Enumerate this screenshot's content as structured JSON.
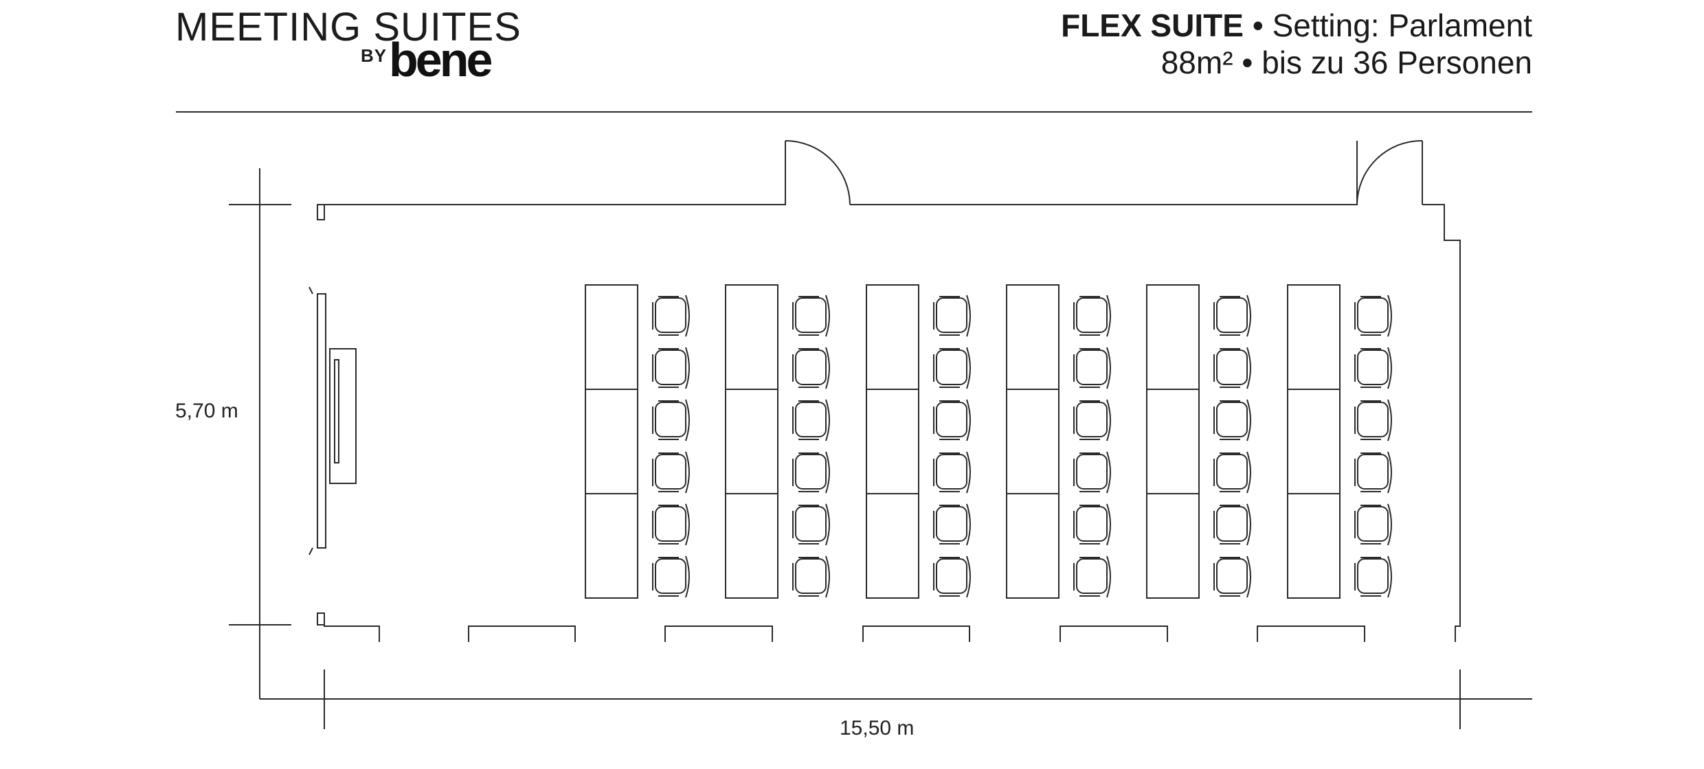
{
  "brand": {
    "title": "MEETING SUITES",
    "by": "BY",
    "logo_text": "bene"
  },
  "header": {
    "suite_name": "FLEX SUITE",
    "bullet": "•",
    "setting": "Setting: Parlament",
    "area": "88m²",
    "capacity": "bis zu 36 Personen"
  },
  "dimensions": {
    "height_label": "5,70 m",
    "width_label": "15,50 m"
  },
  "layout_plan": {
    "table_columns": 6,
    "tables_per_column": 3,
    "chairs_per_column": 6
  },
  "colors": {
    "line": "#2a2a2a",
    "text": "#1a1a1a",
    "background": "#ffffff"
  }
}
